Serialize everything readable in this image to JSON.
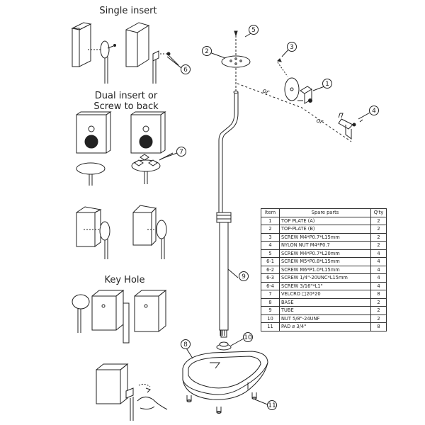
{
  "labels": {
    "single_insert": "Single insert",
    "dual_insert": "Dual insert or\nScrew to back",
    "key_hole": "Key Hole",
    "or_text": "or"
  },
  "callouts": [
    "1",
    "2",
    "3",
    "4",
    "5",
    "6",
    "7",
    "8",
    "9",
    "10",
    "11"
  ],
  "table": {
    "headers": [
      "Item",
      "Spare parts",
      "Q'ty"
    ],
    "rows": [
      {
        "item": "1",
        "part": "TOP PLATE (A)",
        "qty": "2"
      },
      {
        "item": "2",
        "part": "TOP-PLATE (B)",
        "qty": "2"
      },
      {
        "item": "3",
        "part": "SCREW M4*P0.7*L15mm",
        "qty": "2"
      },
      {
        "item": "4",
        "part": "NYLON NUT M4*P0.7",
        "qty": "2"
      },
      {
        "item": "5",
        "part": "SCREW M4*P0.7*L20mm",
        "qty": "4"
      },
      {
        "item": "6-1",
        "part": "SCREW M5*P0.8*L15mm",
        "qty": "4"
      },
      {
        "item": "6-2",
        "part": "SCREW M6*P1.0*L15mm",
        "qty": "4"
      },
      {
        "item": "6-3",
        "part": "SCREW 1/4\"-20UNC*L15mm",
        "qty": "4"
      },
      {
        "item": "6-4",
        "part": "SCREW 3/16\"*L1\"",
        "qty": "4"
      },
      {
        "item": "7",
        "part": "VELCRO □20*20",
        "qty": "8"
      },
      {
        "item": "8",
        "part": "BASE",
        "qty": "2"
      },
      {
        "item": "9",
        "part": "TUBE",
        "qty": "2"
      },
      {
        "item": "10",
        "part": "NUT 5/8\"-24UNF",
        "qty": "2"
      },
      {
        "item": "11",
        "part": "PAD ⌀ 3/4\"",
        "qty": "8"
      }
    ]
  }
}
